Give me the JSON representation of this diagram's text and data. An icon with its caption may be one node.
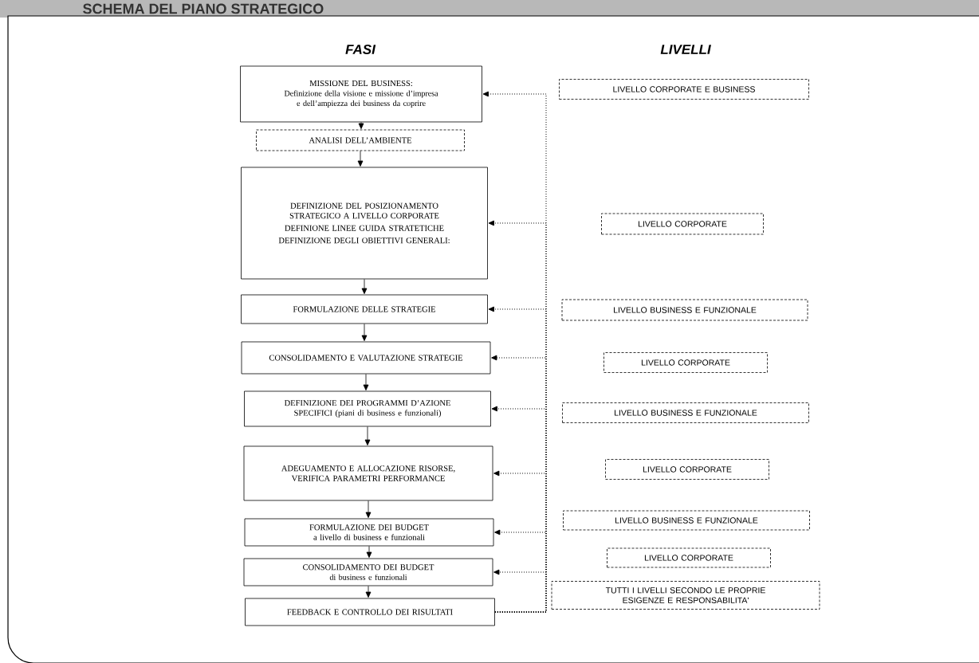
{
  "diagram": {
    "title": "SCHEMA DEL PIANO STRATEGICO",
    "nodes": [
      {
        "text": [
          "MISSIONE DEL BUSINESS:",
          "Definizione della visione e missione d’impresa e dell’ampiezza dei business da coprire"
        ]
      },
      {
        "text": [
          "ANALISI DELL’AMBIENTE"
        ]
      },
      {
        "text": [
          "DEFINIZIONE DEL POSIZIONAMENTO STRATEGICO A LIVELLO CORPORATE",
          "DEFINIONE LINEE GUIDA STRATETICHE",
          "DEFINIZIONE DEGLI OBIETTIVI GENERALI:"
        ]
      },
      {
        "text": [
          "FORMULAZIONE DELLE STRATEGIE"
        ]
      },
      {
        "text": [
          "CONSOLIDAMENTO E VALUTAZIONE STRATEGIE"
        ]
      },
      {
        "text": [
          "DEFINIZIONE DEI PROGRAMMI D’AZIONE SPECIFICI (piani di business e funzionali)"
        ]
      },
      {
        "text": [
          "ADEGUAMENTO E ALLOCAZIONE RISORSE, VERIFICA PARAMETRI PERFORMANCE"
        ]
      },
      {
        "text": [
          "FORMULAZIONE DEI BUDGET a livello di business e funzionali"
        ]
      },
      {
        "text": [
          "CONSOLIDAMENTO DEI BUDGET",
          "di business e funzionali"
        ]
      },
      {
        "text": [
          "FEEDBACK E CONTROLLO DEI RISULTATI"
        ]
      },
      {
        "text": [
          "LIVELLO CORPORATE E BUSINESS"
        ]
      },
      {
        "text": [
          "LIVELLO CORPORATE"
        ]
      },
      {
        "text": [
          "LIVELLO BUSINESS E FUNZIONALE"
        ]
      },
      {
        "text": [
          "LIVELLO CORPORATE"
        ]
      },
      {
        "text": [
          "LIVELLO BUSINESS E FUNZIONALE"
        ]
      },
      {
        "text": [
          "LIVELLO CORPORATE"
        ]
      },
      {
        "text": [
          "LIVELLO BUSINESS E FUNZIONALE"
        ]
      },
      {
        "text": [
          "LIVELLO CORPORATE"
        ]
      },
      {
        "text": [
          "TUTTI I LIVELLI SECONDO LE PROPRIE ESIGENZE E RESPONSABILITA'"
        ]
      }
    ],
    "edges": [
      {
        "from": 0,
        "to": 1,
        "arrow": "to"
      },
      {
        "from": 1,
        "to": 2,
        "arrow": "to"
      },
      {
        "from": 2,
        "to": 3,
        "arrow": "to"
      },
      {
        "from": 3,
        "to": 4,
        "arrow": "to"
      },
      {
        "from": 4,
        "to": 5,
        "arrow": "to"
      },
      {
        "from": 5,
        "to": 6,
        "arrow": "to"
      },
      {
        "from": 6,
        "to": 7,
        "arrow": "to"
      },
      {
        "from": 7,
        "to": 8,
        "arrow": "to"
      },
      {
        "from": 8,
        "to": 9,
        "arrow": "to"
      },
      {
        "from": 9,
        "to": 0,
        "arrow": "to",
        "style": "dashed"
      },
      {
        "from": 9,
        "to": 2,
        "arrow": "to",
        "style": "dashed"
      },
      {
        "from": 9,
        "to": 3,
        "arrow": "to",
        "style": "dashed"
      },
      {
        "from": 9,
        "to": 4,
        "arrow": "to",
        "style": "dashed"
      },
      {
        "from": 9,
        "to": 5,
        "arrow": "to",
        "style": "dashed"
      },
      {
        "from": 9,
        "to": 6,
        "arrow": "to",
        "style": "dashed"
      },
      {
        "from": 9,
        "to": 7,
        "arrow": "to",
        "style": "dashed"
      },
      {
        "from": 9,
        "to": 8,
        "arrow": "to",
        "style": "dashed"
      }
    ],
    "labels": [
      "FASI",
      "LIVELLI"
    ]
  }
}
